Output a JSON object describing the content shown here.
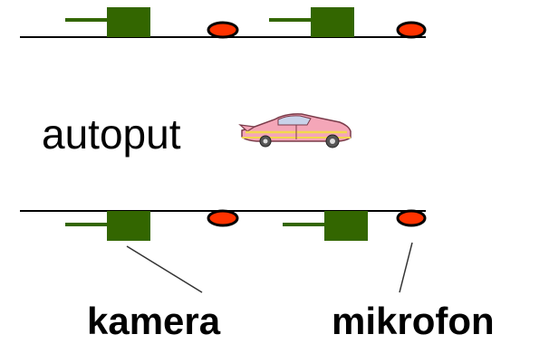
{
  "labels": {
    "road": "autoput",
    "camera": "kamera",
    "microphone": "mikrofon"
  },
  "colors": {
    "camera_body": "#336600",
    "camera_stem": "#336600",
    "mic_fill": "#ff3300",
    "mic_outline": "#000000",
    "road_line": "#000000",
    "callout_line": "#333333",
    "car_body": "#f4a6b8",
    "car_trim": "#f2d94e"
  },
  "icons": {
    "vehicle": "car-icon",
    "camera": "camera-icon",
    "microphone": "microphone-icon"
  }
}
